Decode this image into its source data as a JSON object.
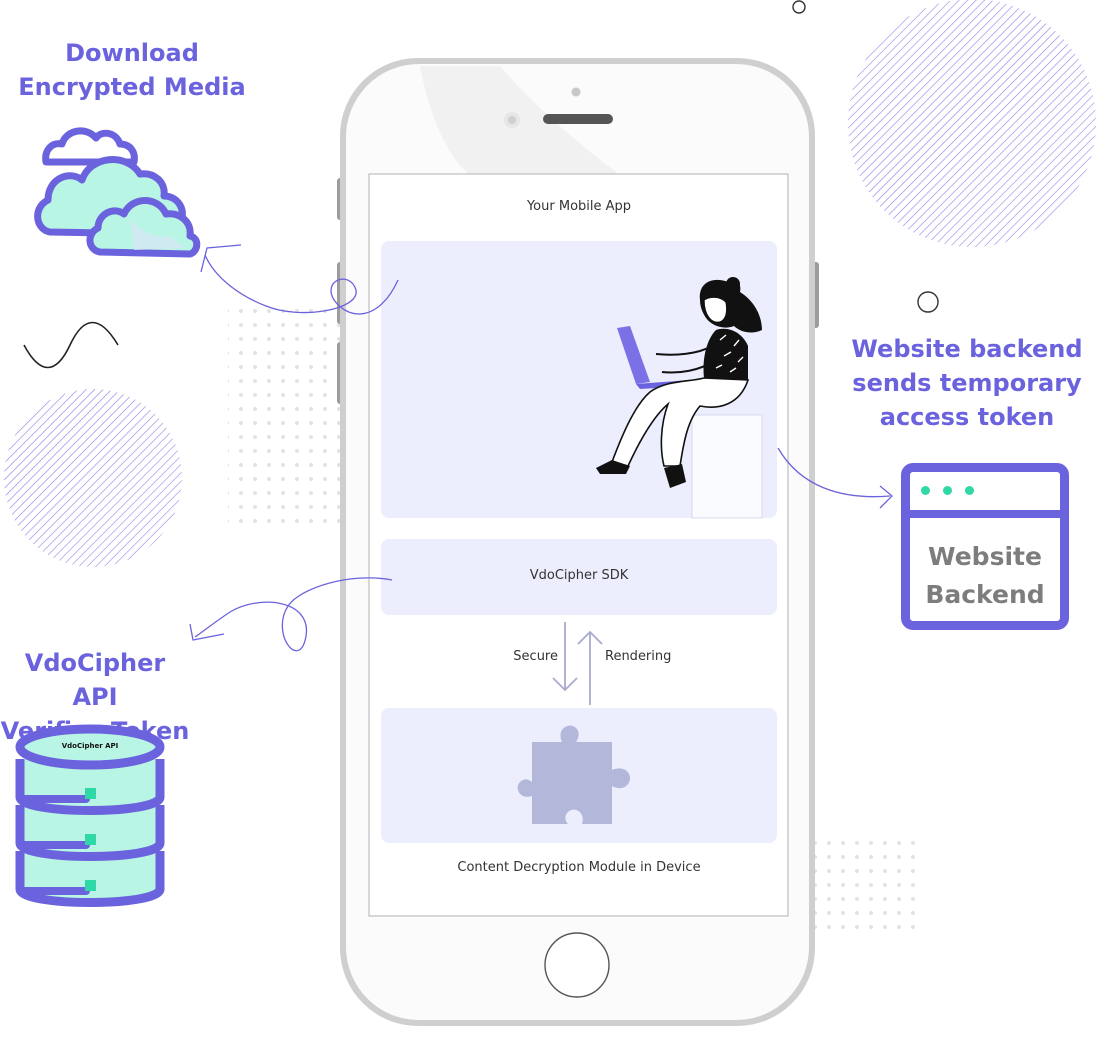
{
  "callouts": {
    "download": [
      "Download",
      "Encrypted Media"
    ],
    "backend": [
      "Website backend",
      "sends temporary",
      "access token"
    ],
    "api": [
      "VdoCipher API",
      "Verifies Token"
    ]
  },
  "phone": {
    "app_label": "Your Mobile App",
    "sdk_label": "VdoCipher SDK",
    "secure_label": "Secure",
    "rendering_label": "Rendering",
    "cdm_label": "Content Decryption Module in Device"
  },
  "website_box": {
    "line1": "Website",
    "line2": "Backend"
  },
  "database": {
    "label": "VdoCipher API"
  },
  "colors": {
    "accent": "#6b63dd",
    "mint": "#b9f5e4",
    "green_dot": "#2fd8a6",
    "panel": "#eceefd",
    "puzzle": "#b3b7d9"
  }
}
